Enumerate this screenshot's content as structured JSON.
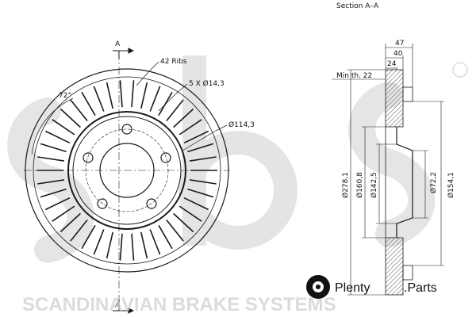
{
  "labels": {
    "section": "Section A–A",
    "arrow_top": "A",
    "arrow_bottom": "A",
    "ribs": "42 Ribs",
    "holes": "5 X Ø14,3",
    "pcd": "Ø114,3",
    "angle": "72°",
    "min_th": "Min th. 22",
    "w47": "47",
    "w40": "40",
    "w24": "24",
    "d278": "Ø278,1",
    "d160": "Ø160,8",
    "d142": "Ø142,5",
    "d72": "Ø72,2",
    "d154": "Ø154,1"
  },
  "watermark": {
    "footer": "SCANDINAVIAN BRAKE SYSTEMS",
    "logo": "sbs",
    "brand_name": "Plenty",
    "brand_suffix": ".Parts"
  },
  "colors": {
    "line": "#1a1a1a",
    "watermark": "#cfcfcf",
    "hatch": "#555555"
  }
}
